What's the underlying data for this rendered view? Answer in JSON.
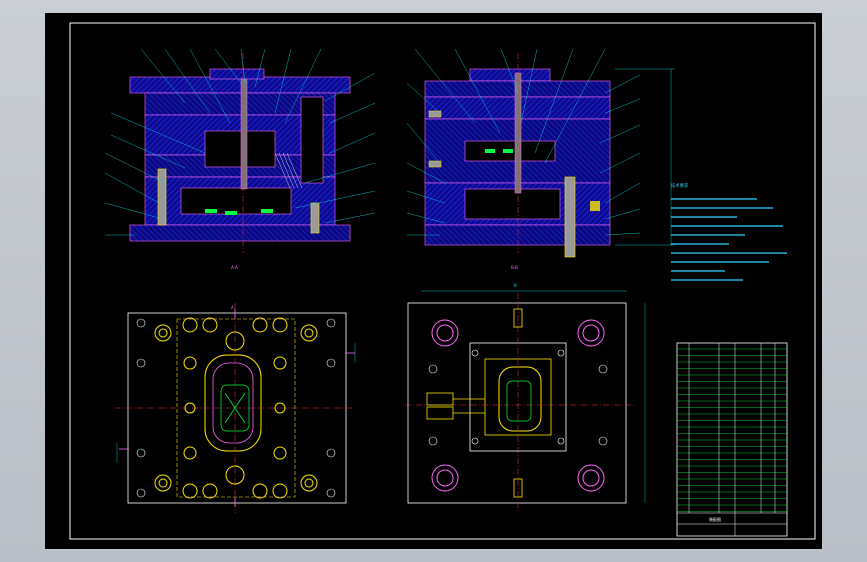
{
  "app": {
    "canvas_background": "#000000",
    "outer_background": "#c3c8d0"
  },
  "colors": {
    "frame": "#ffffff",
    "hatch": "#1010c8",
    "part_line": "#ff66ff",
    "center_line": "#ff3030",
    "dimension": "#00e6e6",
    "holes": "#ffe600",
    "plate_outline": "#ffffff",
    "table_green": "#00ff40",
    "notes_cyan": "#2fd3ff"
  },
  "views": {
    "section_left_label": "A-A",
    "section_right_label": "B-B",
    "plan_left_marker": "A",
    "plan_right_marker": "B"
  },
  "notes": {
    "title": "技术要求"
  },
  "title_block": {
    "project_label": "装配图"
  }
}
